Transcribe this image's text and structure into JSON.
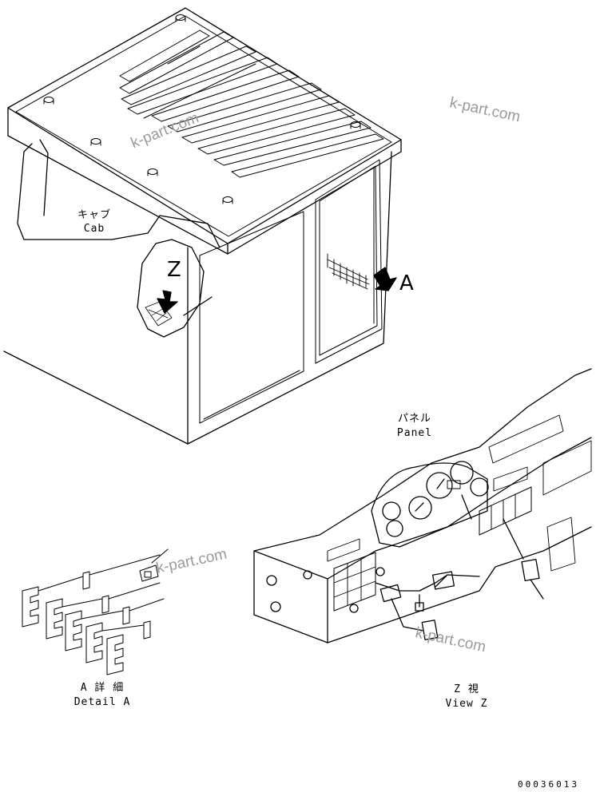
{
  "labels": {
    "cab_jp": "キャブ",
    "cab_en": "Cab",
    "panel_jp": "パネル",
    "panel_en": "Panel",
    "marker_z": "Z",
    "marker_a": "A",
    "detail_a_jp": "A 詳 細",
    "detail_a_en": "Detail A",
    "view_z_jp": "Z 視",
    "view_z_en": "View Z"
  },
  "watermark": "k-part.com",
  "drawing_code": "00036013",
  "colors": {
    "line": "#000000",
    "watermark": "#9a9a9a",
    "background": "#ffffff"
  }
}
